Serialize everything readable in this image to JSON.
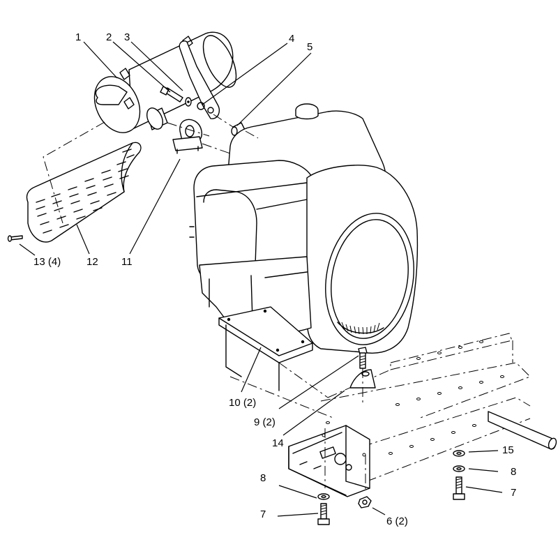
{
  "callouts": {
    "c1": "1",
    "c2": "2",
    "c3": "3",
    "c4": "4",
    "c5": "5",
    "c6": "6 (2)",
    "c7a": "7",
    "c7b": "7",
    "c8a": "8",
    "c8b": "8",
    "c9": "9 (2)",
    "c10": "10 (2)",
    "c11": "11",
    "c12": "12",
    "c13": "13 (4)",
    "c14": "14",
    "c15": "15"
  }
}
